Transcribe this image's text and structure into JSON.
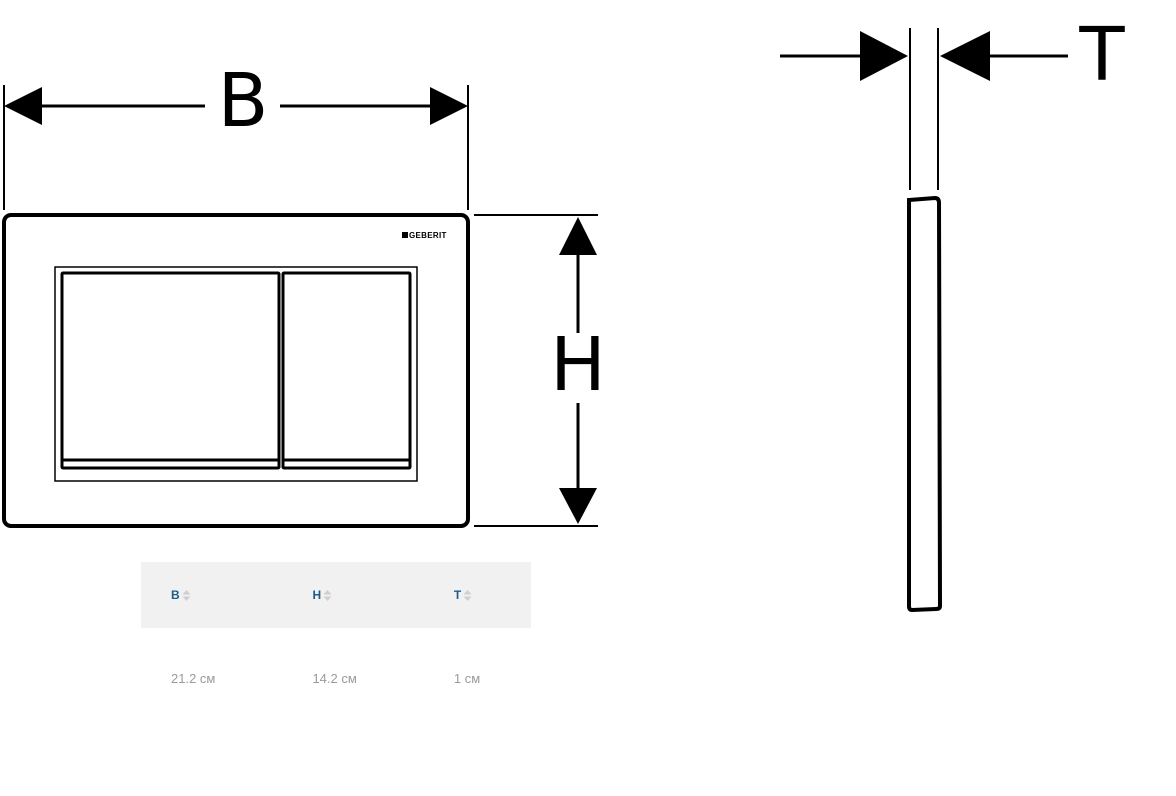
{
  "diagram": {
    "labels": {
      "width": "B",
      "height": "H",
      "thickness": "T"
    },
    "brand": "GEBERIT"
  },
  "table": {
    "headers": [
      "B",
      "H",
      "T"
    ],
    "values": [
      "21.2 см",
      "14.2 см",
      "1 см"
    ]
  },
  "colors": {
    "header_bg": "#f1f1f1",
    "header_text": "#1a5c8c",
    "value_text": "#9a9a9a"
  }
}
